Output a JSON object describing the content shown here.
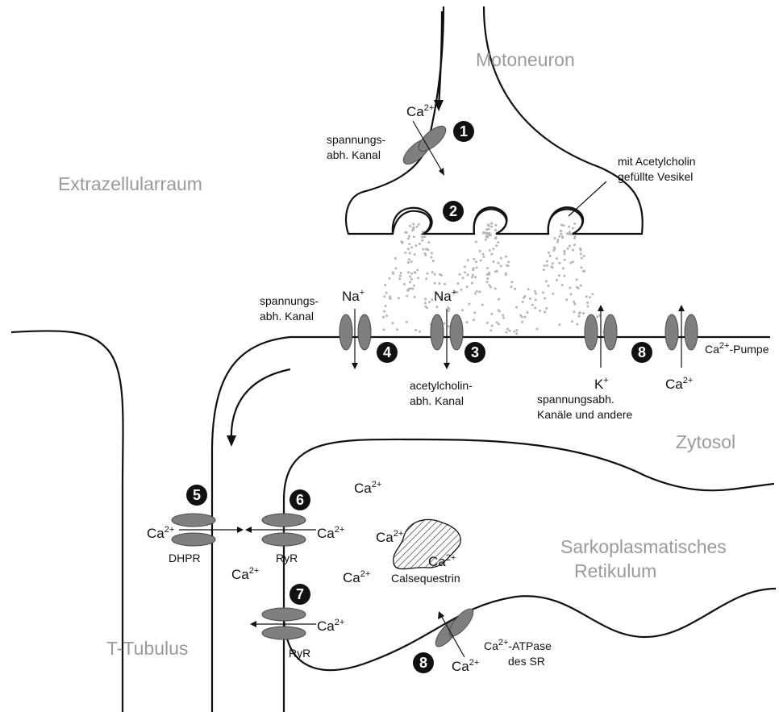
{
  "regions": {
    "motoneuron": "Motoneuron",
    "extracellular": "Extrazellularraum",
    "cytosol": "Zytosol",
    "sr_line1": "Sarkoplasmatisches",
    "sr_line2": "Retikulum",
    "t_tubulus": "T-Tubulus"
  },
  "steps": [
    "1",
    "2",
    "3",
    "4",
    "5",
    "6",
    "7",
    "8",
    "8"
  ],
  "labels": {
    "vg_channel_top_1": "spannungs-",
    "vg_channel_top_2": "abh. Kanal",
    "vesicles_1": "mit Acetylcholin",
    "vesicles_2": "gefüllte Vesikel",
    "vg_channel_mem_1": "spannungs-",
    "vg_channel_mem_2": "abh. Kanal",
    "ach_channel_1": "acetylcholin-",
    "ach_channel_2": "abh. Kanal",
    "k_channels_1": "spannungsabh.",
    "k_channels_2": "Kanäle und andere",
    "ca_pump": "-Pumpe",
    "dhpr": "DHPR",
    "ryr_upper": "RyR",
    "ryr_lower": "RyR",
    "calsequestrin": "Calsequestrin",
    "serca_1": "-ATPase",
    "serca_2": "des SR"
  },
  "ions": {
    "ca": "Ca",
    "ca_charge": "2+",
    "na": "Na",
    "na_charge": "+",
    "k": "K",
    "k_charge": "+"
  },
  "colors": {
    "channel": "#7f7f7f",
    "region_text": "#9a9a9a",
    "line": "#111111",
    "acetylcholin": "#b5b5b5"
  }
}
